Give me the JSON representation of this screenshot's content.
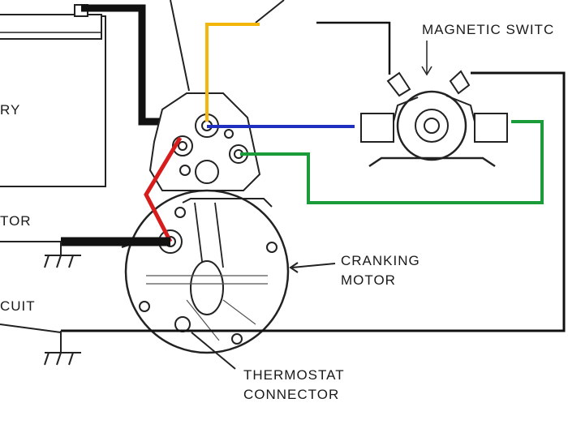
{
  "labels": {
    "battery": "RY",
    "motor": "TOR",
    "circuit": "CUIT",
    "magnetic_switch": "MAGNETIC SWITC",
    "cranking_line1": "CRANKING",
    "cranking_line2": "MOTOR",
    "thermostat_line1": "THERMOSTAT",
    "thermostat_line2": "CONNECTOR"
  },
  "wire_colors": {
    "yellow": "#f2b70a",
    "blue": "#1f2fbf",
    "green": "#1a9c3a",
    "red": "#d81c1c",
    "black": "#111111"
  }
}
